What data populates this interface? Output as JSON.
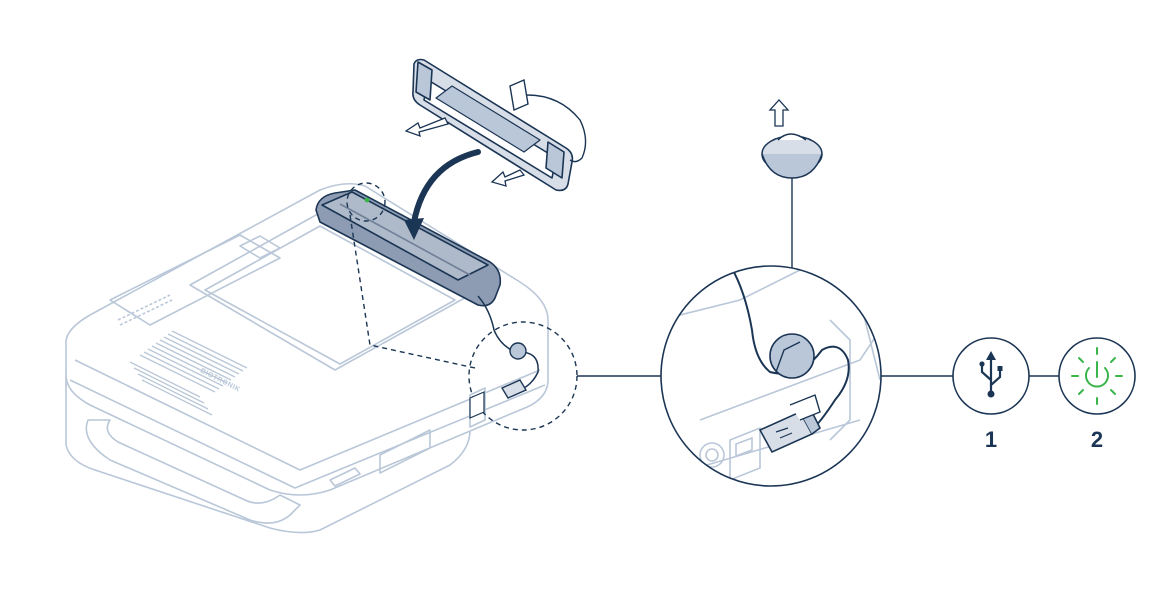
{
  "device": {
    "brand_text": "BIOTRONIK"
  },
  "steps": [
    {
      "number": "1",
      "icon": "usb-icon"
    },
    {
      "number": "2",
      "icon": "power-led-icon"
    }
  ],
  "colors": {
    "outline_dark": "#1b3554",
    "outline_light": "#b9c7d8",
    "dock_fill": "#8d9cb2",
    "dock_light": "#d8dee8",
    "led_green": "#39b54a"
  }
}
